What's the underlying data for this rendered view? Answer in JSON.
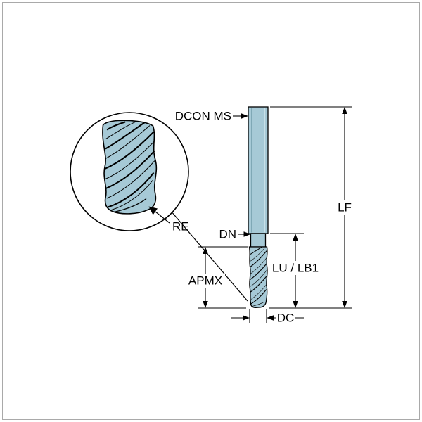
{
  "diagram": {
    "labels": {
      "dcon_ms": "DCON MS",
      "dn": "DN",
      "apmx": "APMX",
      "lu_lb1": "LU / LB1",
      "lf": "LF",
      "dc": "DC",
      "re": "RE"
    },
    "colors": {
      "tool_fill": "#a6c9d6",
      "tool_shade": "#7fa8b6",
      "tool_highlight": "#c8e0e8",
      "line": "#000000",
      "border": "#a9a9a9",
      "background": "#ffffff"
    }
  }
}
